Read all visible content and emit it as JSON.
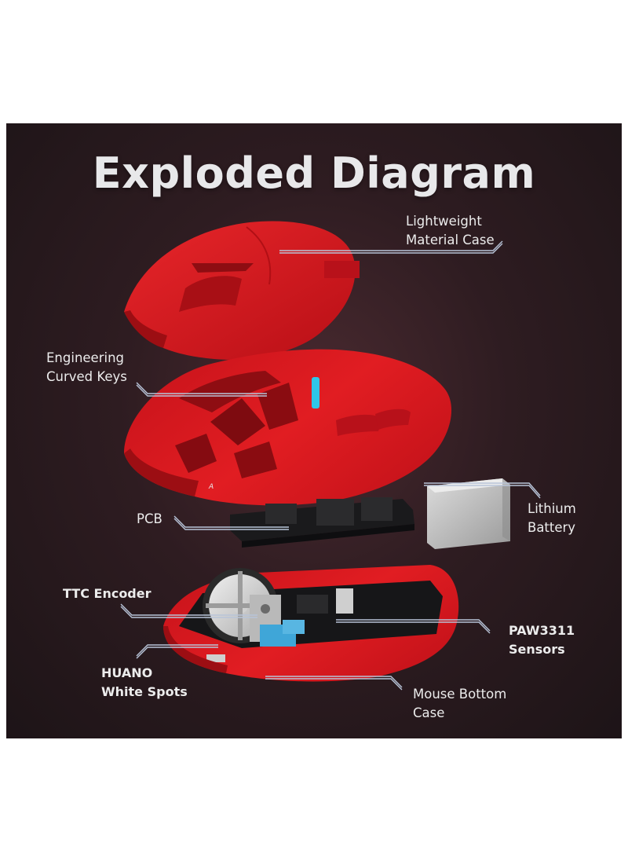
{
  "title": "Exploded Diagram",
  "labels": {
    "lightweight_case": [
      "Lightweight",
      "Material Case"
    ],
    "curved_keys": [
      "Engineering",
      "Curved Keys"
    ],
    "pcb": "PCB",
    "battery": [
      "Lithium",
      "Battery"
    ],
    "ttc_encoder": "TTC Encoder",
    "paw_sensors": [
      "PAW3311",
      "Sensors"
    ],
    "huano": [
      "HUANO",
      "White Spots"
    ],
    "bottom_case": [
      "Mouse Bottom",
      "Case"
    ]
  },
  "colors": {
    "mouse_red": "#d8161c",
    "leader_line": "#b8c4d8",
    "background": "#2a1a1e"
  }
}
